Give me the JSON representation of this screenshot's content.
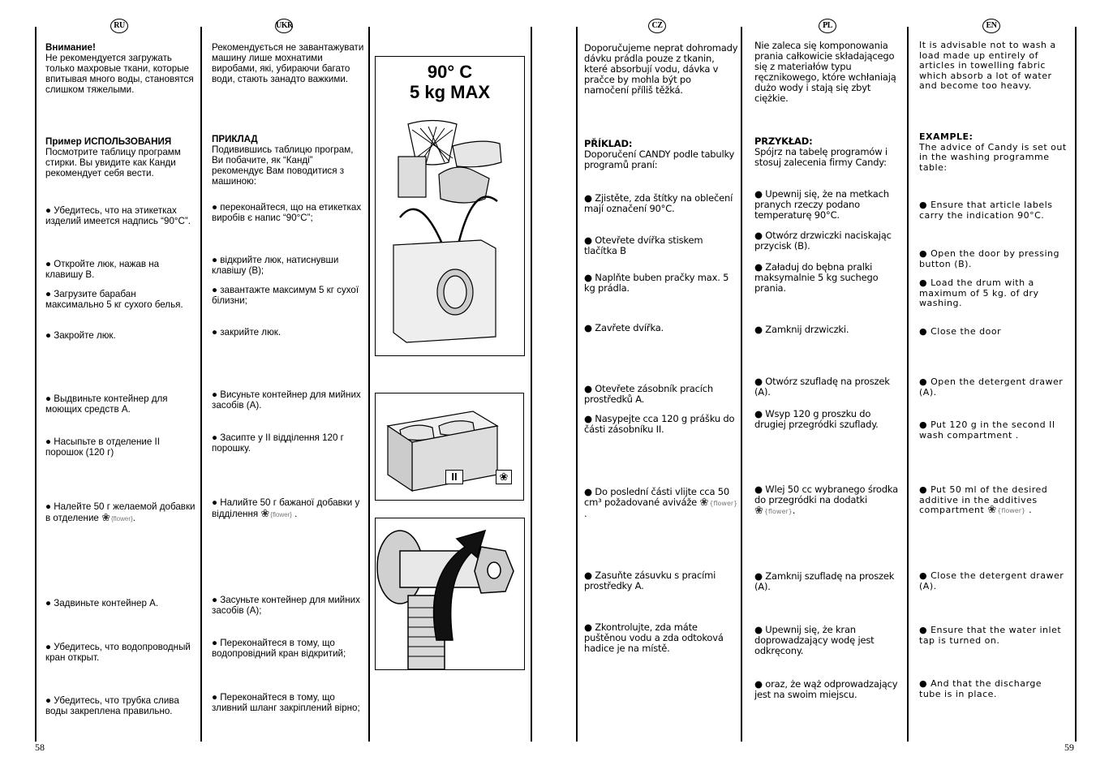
{
  "page_numbers": {
    "left": "58",
    "right": "59"
  },
  "figures": {
    "temperature_label": "90° C",
    "load_label": "5 kg MAX",
    "compartment_label": "II"
  },
  "columns": [
    {
      "id": "ru",
      "badge": "RU",
      "blocks": [
        {
          "head": "Внимание!",
          "text": "Не рекомендуется загружать только махровые ткани, которые впитывая много воды, становятся слишком тяжелыми."
        },
        {
          "head": "Пример ИСПОЛЬЗОВАНИЯ",
          "text": "Посмотрите таблицу программ стирки. Вы увидите как Канди рекомендует себя вести."
        },
        {
          "text": "● Убедитесь, что на этикетках изделий имеется надпись “90°C”."
        },
        {
          "text": "● Откройте люк, нажав на клавишу B."
        },
        {
          "text": "● Загрузите барабан максимально 5 кг сухого белья."
        },
        {
          "text": "● Закройте люк."
        },
        {
          "text": "● Выдвиньте контейнер для моющих средств A."
        },
        {
          "text": "● Насыпьте в отделение II порошок (120 г)"
        },
        {
          "text": "● Налейте 50 г желаемой добавки в отделение {flower}."
        },
        {
          "text": "● Задвиньте контейнер A."
        },
        {
          "text": "● Убедитесь, что водопроводный кран открыт."
        },
        {
          "text": "● Убедитесь, что трубка слива воды закреплена правильно."
        }
      ]
    },
    {
      "id": "ukr",
      "badge": "UKR",
      "blocks": [
        {
          "text": "Рекомендується не завантажувати машину лише мохнатими виробами, які, убираючи багато води, стають занадто важкими."
        },
        {
          "head": "ПРИКЛАД",
          "text": "Подивившись таблицю програм, Ви побачите, як “Канді” рекомендує Вам поводитися з машиною:"
        },
        {
          "text": "● переконайтеся, що на етикетках виробів є напис “90°C”;"
        },
        {
          "text": "● відкрийте люк, натиснувши клавішу (B);"
        },
        {
          "text": "● завантажте максимум 5 кг сухої білизни;"
        },
        {
          "text": "● закрийте люк."
        },
        {
          "text": "● Висуньте контейнер для мийних засобів (A)."
        },
        {
          "text": "● Засипте у II відділення 120 г порошку."
        },
        {
          "text": "● Налийте 50 г бажаної добавки у відділення {flower} ."
        },
        {
          "text": "● Засуньте контейнер для мийних засобів (A);"
        },
        {
          "text": "● Переконайтеся в тому, що водопровідний кран відкритий;"
        },
        {
          "text": "● Переконайтеся в тому, що зливний шланг закріплений вірно;"
        }
      ]
    },
    {
      "id": "cz",
      "badge": "CZ",
      "blocks": [
        {
          "text": "Doporučujeme neprat dohromady dávku prádla pouze z tkanin, které absorbují vodu, dávka v pračce by mohla být po namočení příliš těžká."
        },
        {
          "head": "PŘÍKLAD:",
          "text": "Doporučení CANDY podle tabulky programů praní:"
        },
        {
          "text": "● Zjistěte, zda štítky na oblečení mají označení 90°C."
        },
        {
          "text": "● Otevřete dvířka stiskem tlačítka B"
        },
        {
          "text": "● Naplňte buben pračky max. 5 kg prádla."
        },
        {
          "text": "● Zavřete dvířka."
        },
        {
          "text": "● Otevřete zásobník pracích prostředků A."
        },
        {
          "text": "● Nasypejte cca 120 g prášku do části zásobníku II."
        },
        {
          "text": "● Do poslední části vlijte cca 50 cm³  požadované aviváže {flower} ."
        },
        {
          "text": "● Zasuňte zásuvku s pracími prostředky A."
        },
        {
          "text": "● Zkontrolujte, zda máte puštěnou vodu a zda odtoková hadice je na místě."
        }
      ]
    },
    {
      "id": "pl",
      "badge": "PL",
      "blocks": [
        {
          "text": "Nie zaleca się komponowania prania całkowicie składającego się z materiałów typu ręcznikowego, które wchłaniają dużo wody i stają się zbyt ciężkie."
        },
        {
          "head": "PRZYKŁAD:",
          "text": "Spójrz na tabelę programów i stosuj zalecenia firmy Candy:"
        },
        {
          "text": "● Upewnij się, że na metkach pranych rzeczy podano temperaturę 90°C."
        },
        {
          "text": "● Otwórz drzwiczki naciskając przycisk (B)."
        },
        {
          "text": "● Załaduj do bębna pralki maksymalnie 5 kg suchego prania."
        },
        {
          "text": "● Zamknij drzwiczki."
        },
        {
          "text": "● Otwórz szufladę na proszek (A)."
        },
        {
          "text": "● Wsyp 120 g proszku do drugiej przegródki szuflady."
        },
        {
          "text": "● Wlej 50 cc wybranego środka do przegródki na dodatki {flower}."
        },
        {
          "text": "● Zamknij szufladę na proszek (A)."
        },
        {
          "text": "● Upewnij się, że kran doprowadzający wodę jest odkręcony."
        },
        {
          "text": "● oraz, że wąż odprowadzający jest na swoim miejscu."
        }
      ]
    },
    {
      "id": "en",
      "badge": "EN",
      "blocks": [
        {
          "text": "It is advisable not to wash a load made up entirely of articles in towelling fabric which absorb a lot of water and become too heavy."
        },
        {
          "head": "EXAMPLE:",
          "text": "The advice of Candy is set out in the washing programme table:"
        },
        {
          "text": "● Ensure that article labels carry the indication 90°C."
        },
        {
          "text": "● Open the door by pressing button (B)."
        },
        {
          "text": "● Load the drum with a maximum of 5 kg. of dry washing."
        },
        {
          "text": "● Close the door"
        },
        {
          "text": "● Open the detergent drawer (A)."
        },
        {
          "text": "● Put 120 g  in the second II wash compartment ."
        },
        {
          "text": "● Put 50 ml of the desired additive in the additives compartment {flower} ."
        },
        {
          "text": "● Close the detergent drawer (A)."
        },
        {
          "text": "● Ensure that the water inlet tap is turned on."
        },
        {
          "text": "● And that the discharge tube is in place."
        }
      ]
    }
  ]
}
